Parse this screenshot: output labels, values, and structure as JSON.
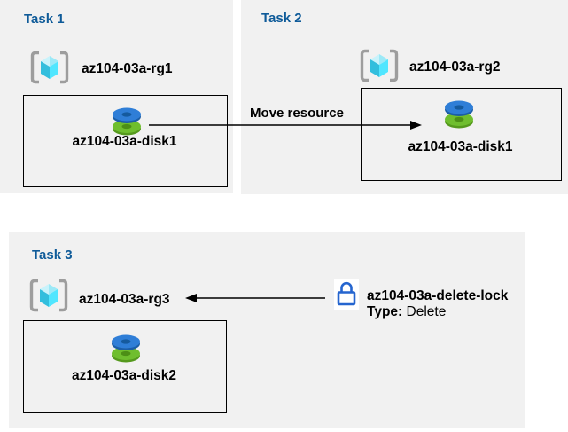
{
  "tasks": {
    "t1": {
      "title": "Task 1",
      "rg": "az104-03a-rg1",
      "disk": "az104-03a-disk1"
    },
    "t2": {
      "title": "Task 2",
      "rg": "az104-03a-rg2",
      "disk": "az104-03a-disk1"
    },
    "t3": {
      "title": "Task 3",
      "rg": "az104-03a-rg3",
      "disk": "az104-03a-disk2"
    }
  },
  "move_arrow": {
    "label": "Move resource"
  },
  "lock": {
    "name": "az104-03a-delete-lock",
    "type_label": "Type:",
    "type_value": "Delete"
  },
  "icons": {
    "resource_group": "resource-group-icon",
    "disk": "managed-disk-icon",
    "lock": "lock-icon",
    "arrow_right": "arrow-right",
    "arrow_left": "arrow-left"
  },
  "colors": {
    "panel_bg": "#f1f1f1",
    "title_blue": "#0f5b99",
    "box_border": "#000000",
    "disk_blue": "#2f7ed7",
    "disk_blue_dark": "#1c5ea6",
    "disk_green": "#6fbe2e",
    "disk_green_dark": "#55991d",
    "cube_left": "#32bedd",
    "cube_right": "#50e6ff",
    "cube_top": "#9ce9f7",
    "bracket_gray": "#9d9d9d",
    "lock_blue": "#2565cf"
  }
}
